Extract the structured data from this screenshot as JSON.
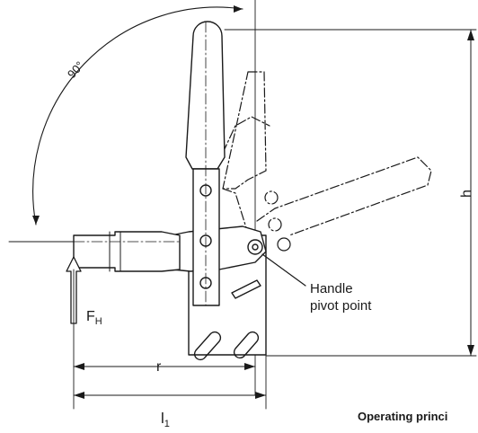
{
  "diagram": {
    "angle_label": "90°",
    "pivot_label_line1": "Handle",
    "pivot_label_line2": "pivot point",
    "force_label": "F",
    "force_sub": "H",
    "dim_r": "r",
    "dim_l": "l",
    "dim_l_sub": "1",
    "dim_h": "h",
    "caption": "Operating princi"
  },
  "colors": {
    "line": "#1a1a1a",
    "fill": "#ffffff"
  }
}
